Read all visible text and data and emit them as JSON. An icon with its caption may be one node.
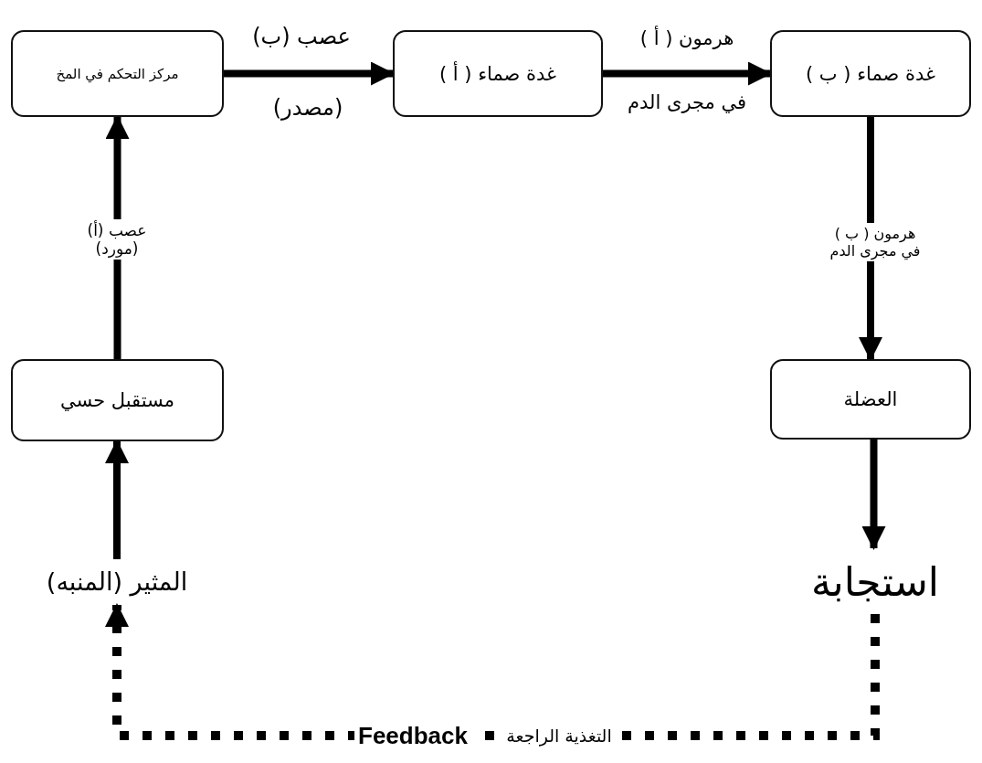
{
  "diagram": {
    "nodes": [
      {
        "text": [
          "مركز التحكم في المخ"
        ]
      },
      {
        "text": [
          "غدة صماء ( أ )"
        ]
      },
      {
        "text": [
          "غدة صماء ( ب )"
        ]
      },
      {
        "text": [
          "العضلة"
        ]
      },
      {
        "text": [
          "مستقبل حسي"
        ]
      },
      {
        "text": [
          "المثير (المنبه)"
        ]
      },
      {
        "text": [
          "استجابة"
        ]
      }
    ],
    "edges": [
      {
        "from": 4,
        "to": 0,
        "arrow": "to",
        "label": "عصب (أ) (مورد)"
      },
      {
        "from": 0,
        "to": 1,
        "arrow": "to",
        "label": "عصب (ب)"
      },
      {
        "from": 1,
        "to": 2,
        "arrow": "to",
        "label": "هرمون ( أ )"
      },
      {
        "from": 2,
        "to": 3,
        "arrow": "to",
        "label": "هرمون ( ب ) في مجرى الدم"
      },
      {
        "from": 3,
        "to": 6,
        "arrow": "to"
      },
      {
        "from": 5,
        "to": 4,
        "arrow": "to"
      },
      {
        "from": 6,
        "to": 5,
        "arrow": "to",
        "style": "dashed",
        "label": "التغذية الراجعة"
      }
    ],
    "labels": [
      "(مصدر)",
      "في مجرى الدم",
      "Feedback"
    ]
  }
}
